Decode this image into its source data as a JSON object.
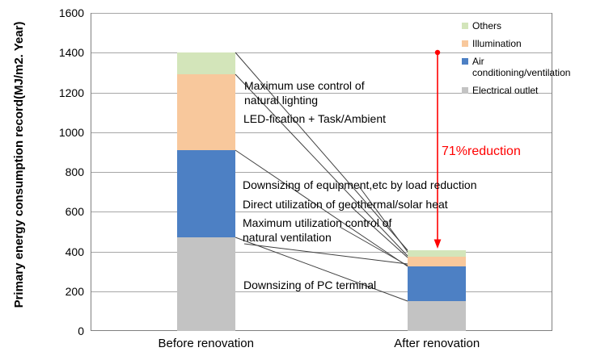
{
  "chart_data": {
    "type": "bar",
    "stacked": true,
    "ylabel": "Primary energy consumption record(MJ/m2. Year)",
    "categories": [
      "Before renovation",
      "After renovation"
    ],
    "series": [
      {
        "name": "Electrical outlet",
        "color": "#c3c3c3",
        "values": [
          470,
          150
        ]
      },
      {
        "name": "Air conditioning/ventilation",
        "color": "#4d80c4",
        "values": [
          440,
          175
        ]
      },
      {
        "name": "Illumination",
        "color": "#f8c89c",
        "values": [
          380,
          50
        ]
      },
      {
        "name": "Others",
        "color": "#d3e5ba",
        "values": [
          110,
          30
        ]
      }
    ],
    "ylim": [
      0,
      1600
    ],
    "ytick_step": 200,
    "yticks": [
      0,
      200,
      400,
      600,
      800,
      1000,
      1200,
      1400,
      1600
    ],
    "grid": true,
    "legend_position": "top-right-inside",
    "legend_order": [
      "Others",
      "Illumination",
      "Air conditioning/ventilation",
      "Electrical outlet"
    ]
  },
  "annotations": {
    "items": [
      {
        "text": "Maximum use control of\nnatural lighting"
      },
      {
        "text": "LED-fication + Task/Ambient"
      },
      {
        "text": "Downsizing of equipment,etc by load reduction"
      },
      {
        "text": "Direct utilization of geothermal/solar heat"
      },
      {
        "text": "Maximum utilization control of\nnatural ventilation"
      },
      {
        "text": "Downsizing of PC terminal"
      }
    ],
    "reduction_label": "71%reduction",
    "reduction_color": "#ff0000"
  }
}
